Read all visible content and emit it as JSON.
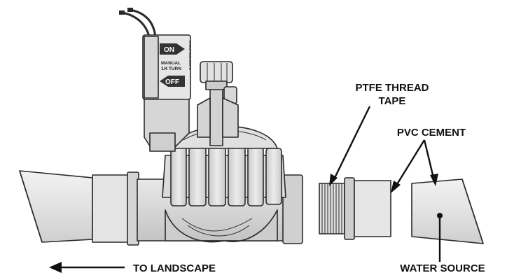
{
  "labels": {
    "ptfe_line1": "PTFE THREAD",
    "ptfe_line2": "TAPE",
    "pvc_cement": "PVC CEMENT",
    "to_landscape": "TO LANDSCAPE",
    "water_source": "WATER SOURCE"
  },
  "solenoid": {
    "on": "ON",
    "off": "OFF",
    "manual_line1": "MANUAL",
    "manual_line2": "1/4 TURN",
    "side_text": "24 VAC/VFA AC 50/60 HZ"
  },
  "colors": {
    "body": "#d9d9d9",
    "body_light": "#ececec",
    "body_dark": "#bdbdbd",
    "pipe": "#e6e6e6",
    "outline": "#2a2a2a",
    "button": "#333333"
  }
}
